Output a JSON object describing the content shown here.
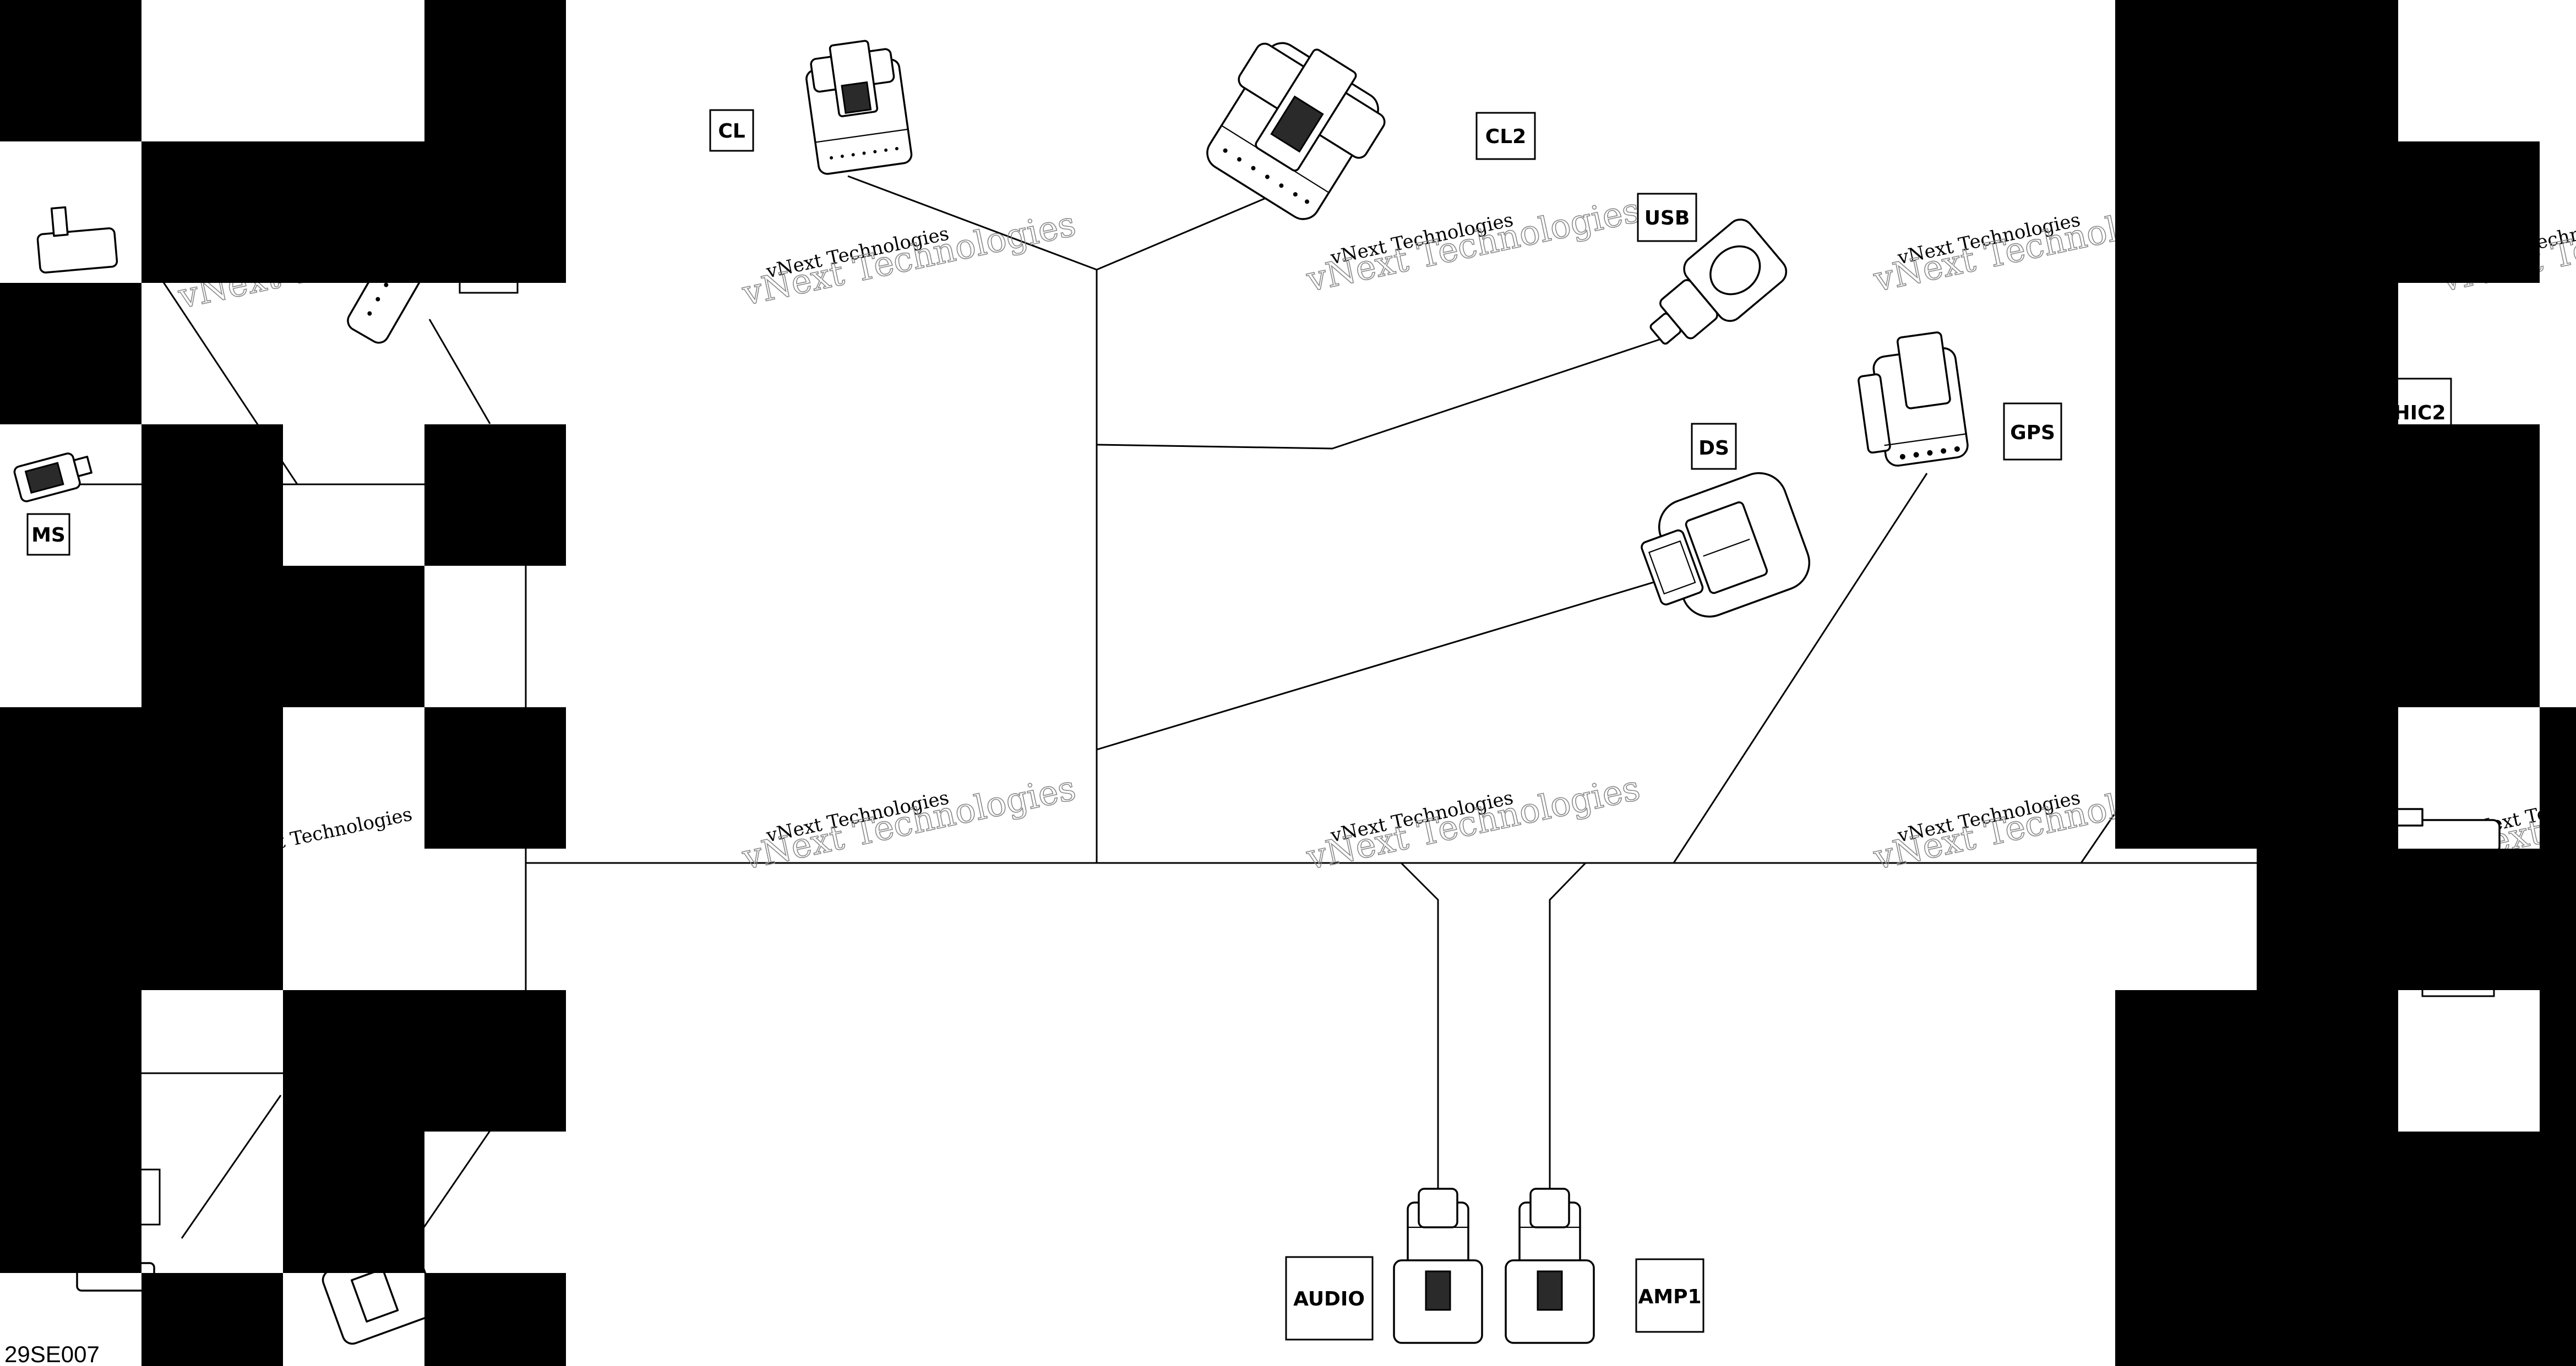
{
  "diagram": {
    "reference_code": "29SE007",
    "connectors": {
      "cl": "CL",
      "cl2": "CL2",
      "usb": "USB",
      "ds": "DS",
      "gps": "GPS",
      "ms": "MS",
      "audio": "AUDIO",
      "amp1": "AMP1",
      "hic2": "HIC2"
    },
    "watermark": {
      "line1": "vNext Technologies",
      "line2": "vNext Technologies"
    },
    "colors": {
      "line": "#000000",
      "background": "#ffffff",
      "mask_blocks": "#000000"
    }
  }
}
